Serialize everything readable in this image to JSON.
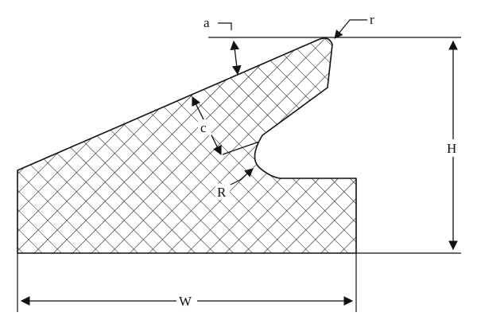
{
  "labels": {
    "a": "a",
    "r": "r",
    "c": "c",
    "H": "H",
    "R": "R",
    "W": "W"
  },
  "colors": {
    "ink": "#111111",
    "background": "#ffffff"
  },
  "hatch_pattern": "diagonal-crosshatch"
}
